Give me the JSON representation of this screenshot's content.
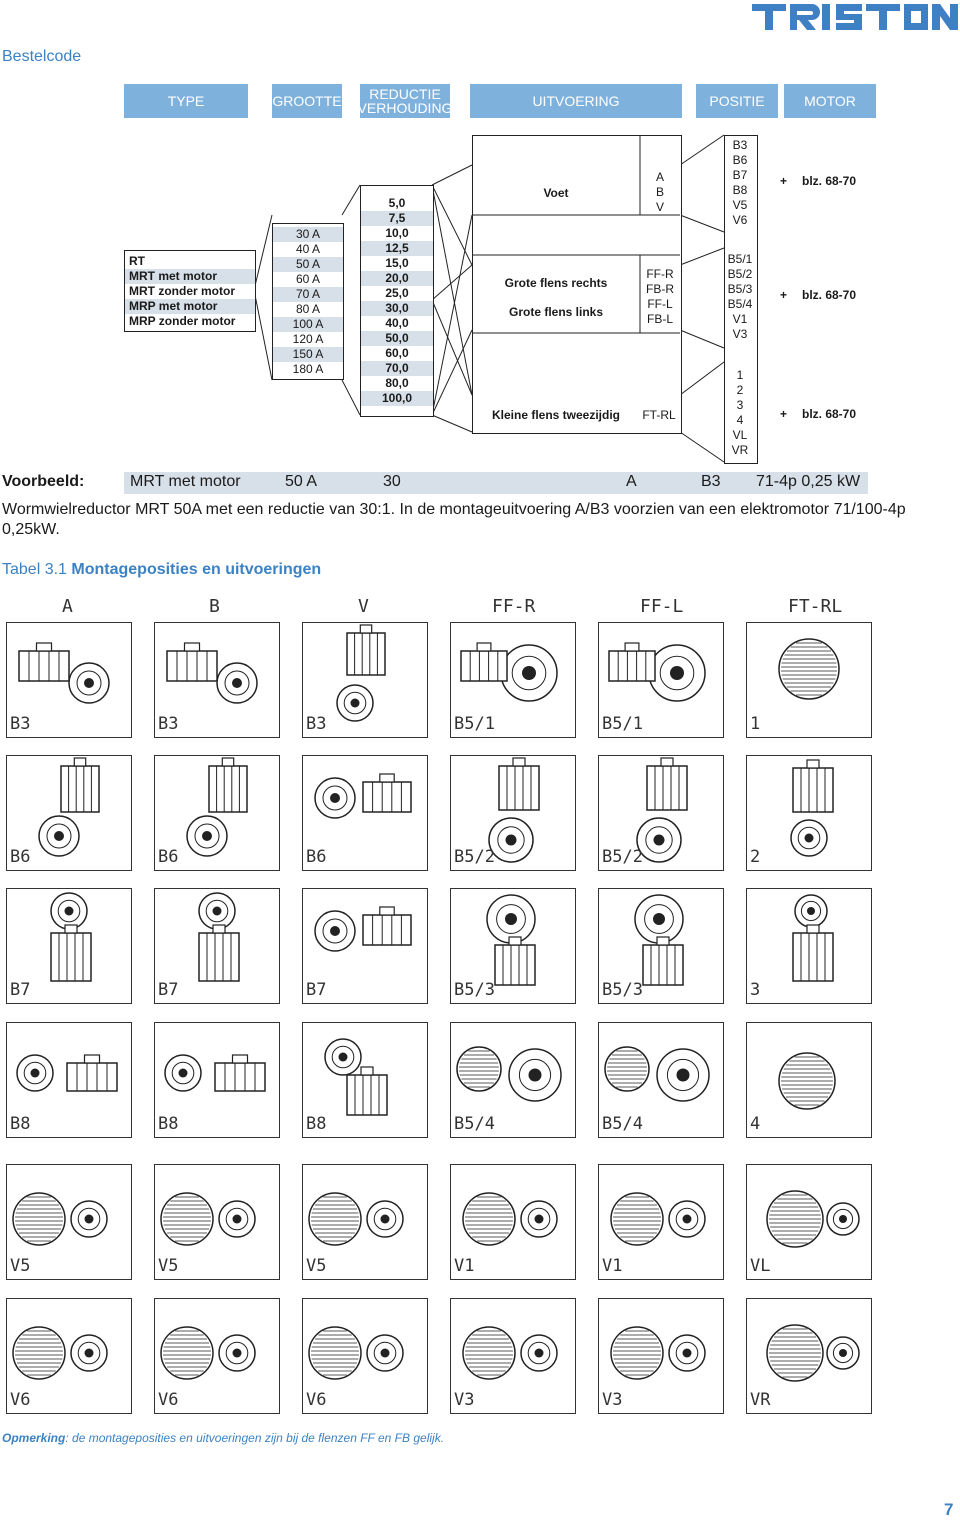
{
  "brand": {
    "logo_text": "TRISTON",
    "color": "#3f7fc4"
  },
  "section_title": "Bestelcode",
  "headers": [
    "TYPE",
    "GROOTTE",
    "REDUCTIE VERHOUDING",
    "UITVOERING",
    "POSITIE",
    "MOTOR"
  ],
  "types": [
    "RT",
    "MRT met motor",
    "MRT zonder motor",
    "MRP met motor",
    "MRP zonder motor"
  ],
  "sizes": [
    "30 A",
    "40 A",
    "50 A",
    "60 A",
    "70 A",
    "80 A",
    "100 A",
    "120 A",
    "150 A",
    "180 A"
  ],
  "ratios": [
    "5,0",
    "7,5",
    "10,0",
    "12,5",
    "15,0",
    "20,0",
    "25,0",
    "30,0",
    "40,0",
    "50,0",
    "60,0",
    "70,0",
    "80,0",
    "100,0"
  ],
  "uitvoering": {
    "voet": "Voet",
    "voet_codes": [
      "A",
      "B",
      "V"
    ],
    "flens_rechts": "Grote flens rechts",
    "flens_links": "Grote flens links",
    "flens_codes": [
      "FF-R",
      "FB-R",
      "FF-L",
      "FB-L"
    ],
    "kleine": "Kleine flens tweezijdig",
    "kleine_code": "FT-RL"
  },
  "positie": {
    "group1": [
      "B3",
      "B6",
      "B7",
      "B8",
      "V5",
      "V6"
    ],
    "group2": [
      "B5/1",
      "B5/2",
      "B5/3",
      "B5/4",
      "V1",
      "V3"
    ],
    "group3": [
      "1",
      "2",
      "3",
      "4",
      "VL",
      "VR"
    ]
  },
  "motor_refs": [
    "+",
    "blz. 68-70"
  ],
  "example": {
    "label": "Voorbeeld:",
    "type": "MRT met motor",
    "size": "50 A",
    "ratio": "30",
    "uitvoering": "A",
    "positie": "B3",
    "motor": "71-4p 0,25 kW"
  },
  "description": "Wormwielreductor MRT 50A met een reductie van 30:1. In de montageuitvoering A/B3 voorzien van een elektromotor 71/100-4p 0,25kW.",
  "table_caption": {
    "prefix": "Tabel 3.1",
    "title": "Montageposities en uitvoeringen"
  },
  "grid_columns": [
    "A",
    "B",
    "V",
    "FF-R",
    "FF-L",
    "FT-RL"
  ],
  "grid_rows": [
    [
      "B3",
      "B3",
      "B3",
      "B5/1",
      "B5/1",
      "1"
    ],
    [
      "B6",
      "B6",
      "B6",
      "B5/2",
      "B5/2",
      "2"
    ],
    [
      "B7",
      "B7",
      "B7",
      "B5/3",
      "B5/3",
      "3"
    ],
    [
      "B8",
      "B8",
      "B8",
      "B5/4",
      "B5/4",
      "4"
    ],
    [
      "V5",
      "V5",
      "V5",
      "V1",
      "V1",
      "VL"
    ],
    [
      "V6",
      "V6",
      "V6",
      "V3",
      "V3",
      "VR"
    ]
  ],
  "note": {
    "label": "Opmerking",
    "text": ": de montageposities en uitvoeringen zijn bij de flenzen FF en FB gelijk."
  },
  "page_number": "7"
}
